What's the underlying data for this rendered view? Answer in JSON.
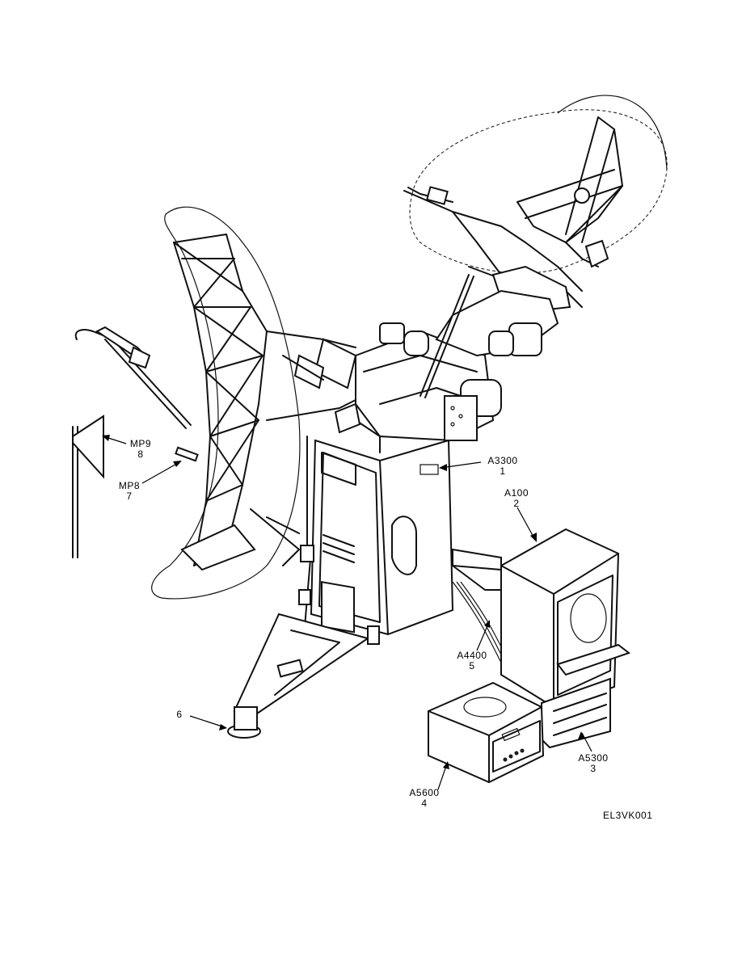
{
  "callouts": [
    {
      "id": "a3300",
      "code": "A3300",
      "num": "1"
    },
    {
      "id": "a100",
      "code": "A100",
      "num": "2"
    },
    {
      "id": "a5300",
      "code": "A5300",
      "num": "3"
    },
    {
      "id": "a5600",
      "code": "A5600",
      "num": "4"
    },
    {
      "id": "a4400",
      "code": "A4400",
      "num": "5"
    },
    {
      "id": "item6",
      "code": "",
      "num": "6"
    },
    {
      "id": "mp8",
      "code": "MP8",
      "num": "7"
    },
    {
      "id": "mp9",
      "code": "MP9",
      "num": "8"
    }
  ],
  "figure_id": "EL3VK001"
}
